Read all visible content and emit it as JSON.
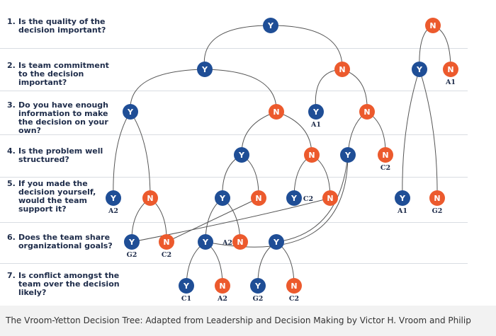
{
  "questions": [
    {
      "num": "1.",
      "text": "Is the quality of the decision important?"
    },
    {
      "num": "2.",
      "text": "Is team commitment to the decision important?"
    },
    {
      "num": "3.",
      "text": "Do you have enough information to make the decision on your own?"
    },
    {
      "num": "4.",
      "text": "Is the problem well structured?"
    },
    {
      "num": "5.",
      "text": "If you made the decision yourself, would the team support it?"
    },
    {
      "num": "6.",
      "text": "Does the team share organizational goals?"
    },
    {
      "num": "7.",
      "text": "Is conflict amongst the team over the decision likely?"
    }
  ],
  "answer_labels": {
    "yes": "Y",
    "no": "N"
  },
  "colors": {
    "yes": "#1f4e96",
    "no": "#ec5a2d",
    "line": "#555555",
    "divider": "#d9dde2"
  },
  "outcomes": {
    "o1": "A1",
    "o2": "A2",
    "o3": "A1",
    "o4": "C2",
    "o5": "G2",
    "o6": "C2",
    "o7": "A2",
    "o8": "C2",
    "o9": "A1",
    "o10": "G2",
    "o11": "C1",
    "o12": "A2",
    "o13": "G2",
    "o14": "C2"
  },
  "caption": "The Vroom-Yetton Decision Tree: Adapted from Leadership and Decision Making by Victor H. Vroom and Philip"
}
